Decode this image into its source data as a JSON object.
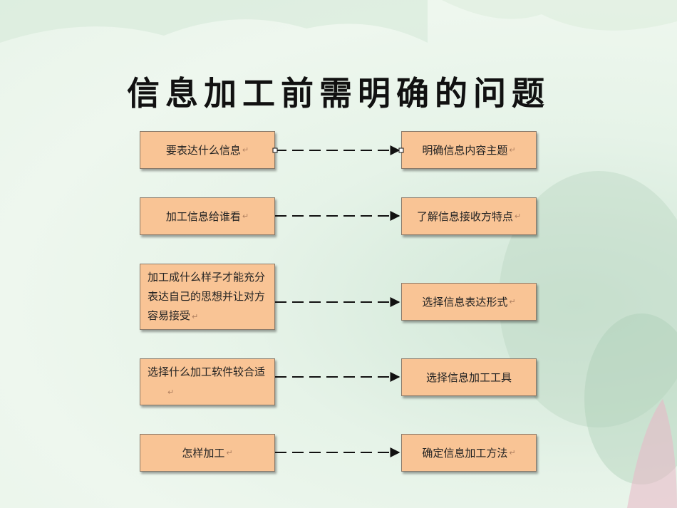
{
  "title": "信息加工前需明确的问题",
  "return_mark": "↵",
  "rows": [
    {
      "question": "要表达什么信息",
      "answer": "明确信息内容主题"
    },
    {
      "question": "加工信息给谁看",
      "answer": "了解信息接收方特点"
    },
    {
      "question": "加工成什么样子才能充分表达自己的思想并让对方容易接受",
      "answer": "选择信息表达形式"
    },
    {
      "question": "选择什么加工软件较合适",
      "answer": "选择信息加工工具"
    },
    {
      "question": "怎样加工",
      "answer": "确定信息加工方法"
    }
  ]
}
